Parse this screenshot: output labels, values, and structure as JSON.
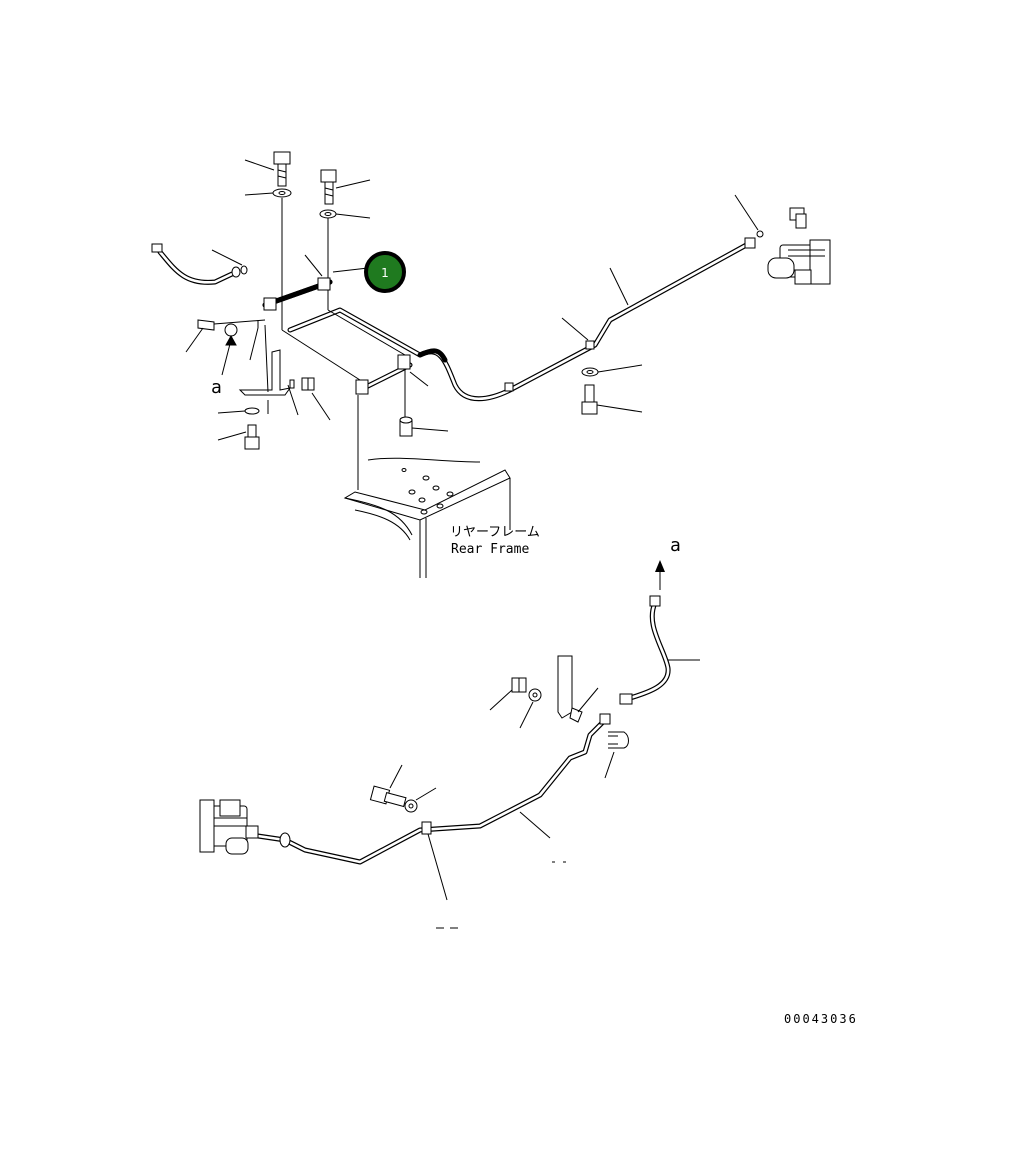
{
  "callout": {
    "number": "1",
    "color": "#1f7a1f"
  },
  "labels": {
    "frame_jp": "リヤーフレーム",
    "frame_en": "Rear Frame",
    "ref_mark_top": "a",
    "ref_mark_bottom": "a",
    "drawing_number": "00043036"
  }
}
